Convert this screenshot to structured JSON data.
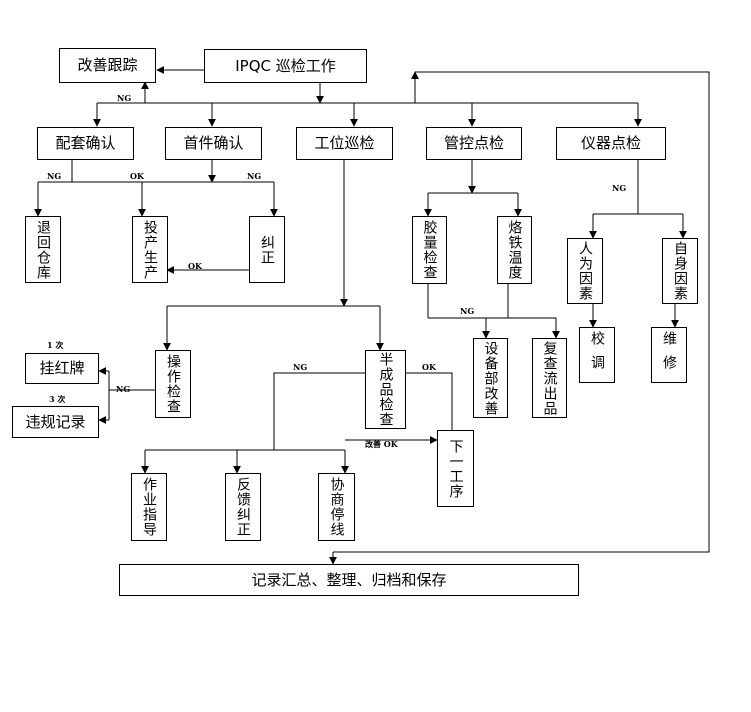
{
  "nodes": {
    "ipqc": "IPQC 巡检工作",
    "improve_track": "改善跟踪",
    "matching_confirm": "配套确认",
    "first_piece_confirm": "首件确认",
    "station_patrol": "工位巡检",
    "control_point_check": "管控点检",
    "instrument_check": "仪器点检",
    "return_warehouse": "退回仓库",
    "put_production": "投产生产",
    "correct": "纠正",
    "glue_amount_check": "胶量检查",
    "soldering_temp": "烙铁温度",
    "human_factor": "人为因素",
    "self_factor": "自身因素",
    "calibrate": "校调",
    "maintain": "维修",
    "equipment_improve": "设备部改善",
    "recheck_outflow": "复查流出品",
    "hang_red_card": "挂红牌",
    "violation_record": "违规记录",
    "operation_check": "操作检查",
    "semi_product_check": "半成品检查",
    "next_process": "下一工序",
    "work_guidance": "作业指导",
    "feedback_correct": "反馈纠正",
    "negotiate_stop": "协商停线",
    "summary": "记录汇总、整理、归档和保存"
  },
  "edge_labels": {
    "ng_top": "NG",
    "ng_match": "NG",
    "ok_match": "OK",
    "ng_first": "NG",
    "ok_correct": "OK",
    "ng_instrument": "NG",
    "ng_control": "NG",
    "first_time": "1 次",
    "third_time": "3 次",
    "ng_operation": "NG",
    "ng_semi": "NG",
    "ok_semi": "OK",
    "improve_ok": "改善 OK"
  }
}
